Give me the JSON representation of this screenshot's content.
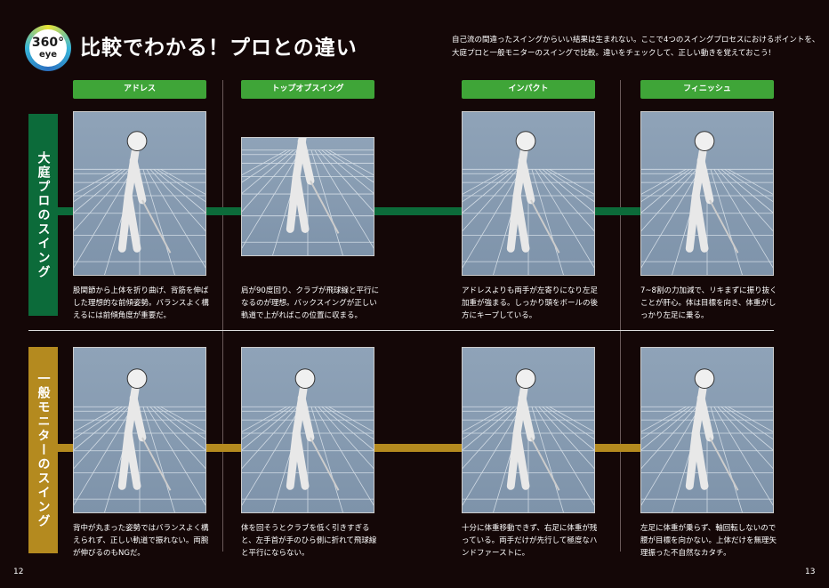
{
  "logo": {
    "number": "360°",
    "word": "eye"
  },
  "title": "比較でわかる！プロとの違い",
  "intro": [
    "自己流の間違ったスイングからいい結果は生まれない。ここで4つのスイングプロセスにおけるポイントを、",
    "大庭プロと一般モニターのスイングで比較。違いをチェックして、正しい動きを覚えておこう!"
  ],
  "phases": [
    "アドレス",
    "トップオブスイング",
    "インパクト",
    "フィニッシュ"
  ],
  "rows": [
    {
      "label": "大庭プロのスイング",
      "color": "#0c6b3a",
      "bar": "#0c6b3a",
      "captions": [
        "股関節から上体を折り曲げ、背筋を伸ばした理想的な前傾姿勢。バランスよく構えるには前傾角度が重要だ。",
        "肩が90度回り、クラブが飛球線と平行になるのが理想。バックスイングが正しい軌道で上がればこの位置に収まる。",
        "アドレスよりも両手が左寄りになり左足加重が強まる。しっかり頭をボールの後方にキープしている。",
        "7~8割の力加減で、リキまずに振り抜くことが肝心。体は目標を向き、体重がしっかり左足に乗る。"
      ]
    },
    {
      "label": "一般モニターのスイング",
      "color": "#b48a1f",
      "bar": "#b48a1f",
      "captions": [
        "背中が丸まった姿勢ではバランスよく構えられず、正しい軌道で振れない。両腕が伸びるのもNGだ。",
        "体を回そうとクラブを低く引きすぎると、左手首が手のひら側に折れて飛球線と平行にならない。",
        "十分に体重移動できず、右足に体重が残っている。両手だけが先行して極度なハンドファーストに。",
        "左足に体重が乗らず、軸回転しないので腰が目標を向かない。上体だけを無理矢理振った不自然なカタチ。"
      ]
    }
  ],
  "pages": {
    "left": "12",
    "right": "13"
  },
  "colors": {
    "header": "#3fa538",
    "bg": "#140707"
  }
}
